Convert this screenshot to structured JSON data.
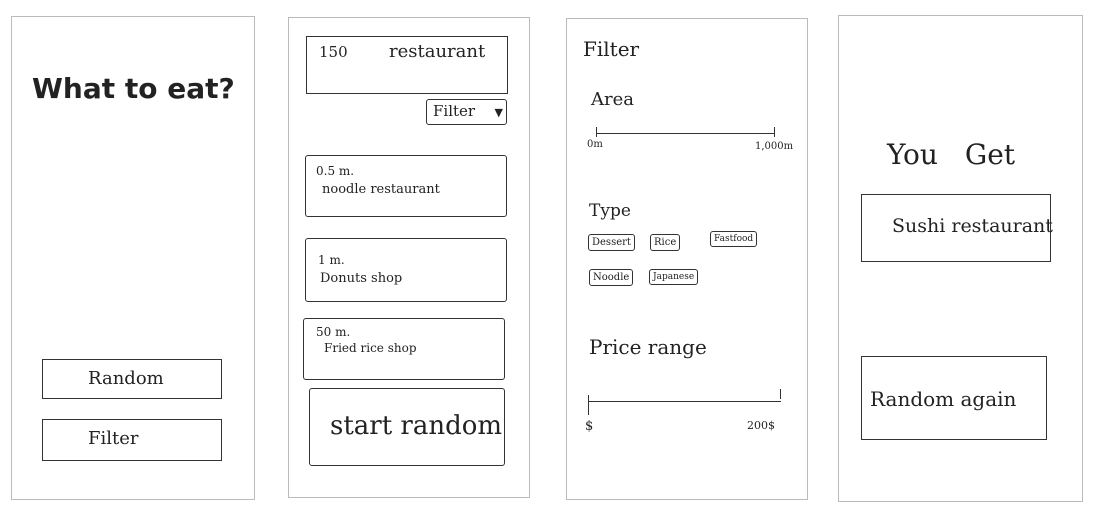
{
  "screen1": {
    "title": "What to eat?",
    "random_button": "Random",
    "filter_button": "Filter"
  },
  "screen2": {
    "count": "150",
    "count_label": "restaurant",
    "filter_button": "Filter",
    "results": [
      {
        "distance": "0.5 m.",
        "name": "noodle restaurant"
      },
      {
        "distance": "1 m.",
        "name": "Donuts shop"
      },
      {
        "distance": "50 m.",
        "name": "Fried rice shop"
      }
    ],
    "start_button": "start random"
  },
  "screen3": {
    "title": "Filter",
    "area_label": "Area",
    "area_min": "0m",
    "area_max": "1,000m",
    "type_label": "Type",
    "types": [
      "Dessert",
      "Rice",
      "Fastfood",
      "Noodle",
      "Japanese"
    ],
    "price_label": "Price range",
    "price_min": "$",
    "price_max": "200$"
  },
  "screen4": {
    "title": "You Get",
    "result": "Sushi restaurant",
    "again_button": "Random again"
  }
}
